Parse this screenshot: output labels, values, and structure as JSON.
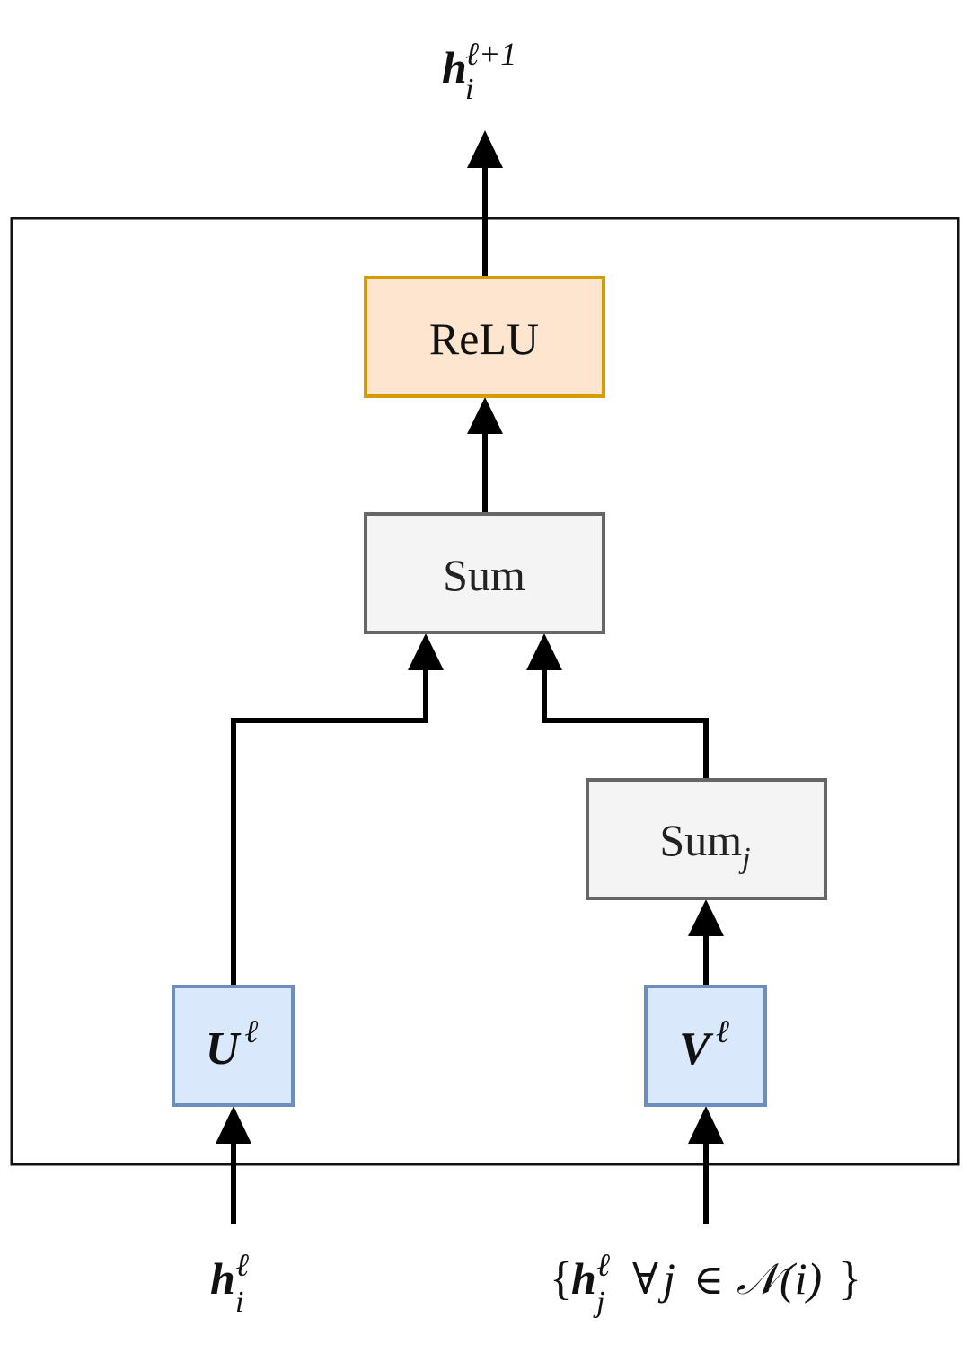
{
  "colors": {
    "frame": "#111111",
    "arrow": "#000000",
    "relu_fill": "#fde5cf",
    "relu_stroke": "#d79b00",
    "sum_fill": "#f4f4f4",
    "sum_stroke": "#666666",
    "weight_fill": "#dae8fc",
    "weight_stroke": "#6c8ebf"
  },
  "output_label": {
    "base": "h",
    "sup": "ℓ+1",
    "sub": "i"
  },
  "relu_box": {
    "label": "ReLU"
  },
  "sum_box": {
    "label": "Sum"
  },
  "sumj_box": {
    "base": "Sum",
    "sub": "j"
  },
  "u_box": {
    "base": "U",
    "sup": "ℓ"
  },
  "v_box": {
    "base": "V",
    "sup": "ℓ"
  },
  "input_left": {
    "base": "h",
    "sup": "ℓ",
    "sub": "i"
  },
  "input_right": {
    "open": "{",
    "base": "h",
    "sup": "ℓ",
    "sub": "j",
    "forall": "∀",
    "var": "j",
    "in": "∈",
    "set": "𝒩",
    "set_arg": "(i)",
    "close": "}"
  }
}
